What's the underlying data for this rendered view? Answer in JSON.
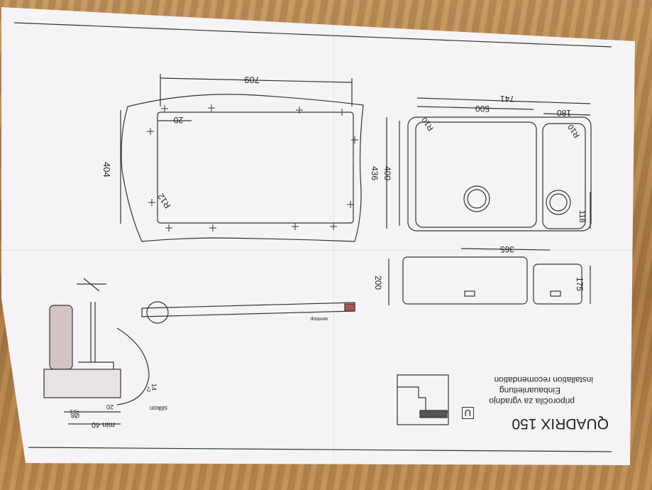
{
  "document": {
    "title": "QUADRIX 150",
    "subtitles": [
      "priporočila za vgradnjo",
      "Einbauanleitung",
      "installation recomendation"
    ],
    "badge": "U",
    "worktop_label": "worktop",
    "silicone_label": "silikon"
  },
  "drawing_top": {
    "width": "709",
    "height": "404",
    "edge_offset": "20",
    "radius": "R12"
  },
  "drawing_sink": {
    "total_width": "741",
    "bowl_large": "500",
    "bowl_small": "180",
    "inner_height": "400",
    "outer_height": "436",
    "radius_large": "R10",
    "radius_small": "R10",
    "drain_offset": "118"
  },
  "drawing_side": {
    "height": "200",
    "depth": "175",
    "bowl_offset": "365"
  },
  "drawing_detail": {
    "hole": "Ø8",
    "hole_tolerance": "+0.2",
    "edge": "20",
    "min": "min 40",
    "gap": "14",
    "gap_tolerance": "+2"
  }
}
